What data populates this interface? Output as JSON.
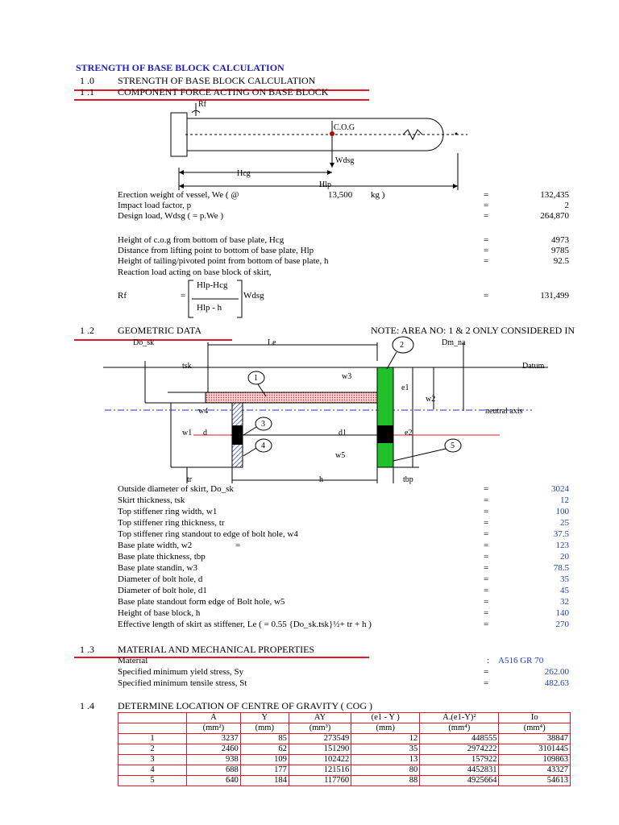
{
  "doc_title": "STRENGTH OF BASE BLOCK CALCULATION",
  "sec10": {
    "num": "1 .0",
    "text": "STRENGTH OF BASE BLOCK CALCULATION"
  },
  "sec11": {
    "num": "1 .1",
    "text": "COMPONENT FORCE ACTING ON BASE BLOCK"
  },
  "fig1": {
    "rf": "Rf",
    "cog": "C.O.G",
    "wdsg": "Wdsg",
    "hcg": "Hcg",
    "hlp": "Hlp"
  },
  "loads": [
    {
      "label": "Erection weight of vessel, We ( @",
      "mid": "13,500",
      "unit": "kg )",
      "eq": "=",
      "value": "132,435"
    },
    {
      "label": "Impact load factor, p",
      "eq": "=",
      "value": "2"
    },
    {
      "label": "Design load, Wdsg ( = p.We )",
      "eq": "=",
      "value": "264,870"
    }
  ],
  "heights": [
    {
      "label": "Height of c.o.g from bottom of base plate, Hcg",
      "eq": "=",
      "value": "4973"
    },
    {
      "label": "Distance from lifting point to bottom of base plate, Hlp",
      "eq": "=",
      "value": "9785"
    },
    {
      "label": "Height of tailing/pivoted point from bottom of base plate, h",
      "eq": "=",
      "value": "92.5"
    },
    {
      "label": "Reaction load acting on base block of skirt,"
    }
  ],
  "rf_formula": {
    "lhs": "Rf",
    "eq1": "=",
    "num": "Hlp-Hcg",
    "den": "Hlp - h",
    "mult": "Wdsg",
    "eq": "=",
    "value": "131,499"
  },
  "sec12": {
    "num": "1 .2",
    "text": "GEOMETRIC DATA",
    "note": "NOTE: AREA NO: 1 & 2 ONLY CONSIDERED IN"
  },
  "fig2": {
    "do_sk": "Do_sk",
    "le": "Le",
    "dm_na": "Dm_na",
    "datum": "Datum",
    "tsk": "tsk",
    "w3": "w3",
    "e1": "e1",
    "w2": "w2",
    "neutral": "neutral axis",
    "w4": "w4",
    "w1": "w1",
    "d": "d",
    "d1": "d1",
    "e2": "e2",
    "w5": "w5",
    "tr": "tr",
    "h": "h",
    "tbp": "tbp",
    "n1": "1",
    "n2": "2",
    "n3": "3",
    "n4": "4",
    "n5": "5"
  },
  "geom": [
    {
      "label": "Outside diameter of skirt, Do_sk",
      "eq": "=",
      "value": "3024"
    },
    {
      "label": "Skirt thickness, tsk",
      "eq": "=",
      "value": "12"
    },
    {
      "label": "Top stiffener ring width, w1",
      "eq": "=",
      "value": "100"
    },
    {
      "label": "Top stiffener ring thickness, tr",
      "eq": "=",
      "value": "25"
    },
    {
      "label": "Top stiffener ring standout to edge of bolt hole, w4",
      "eq": "=",
      "value": "37.5"
    },
    {
      "label": "Base plate width, w2",
      "mid": "=",
      "eq": "=",
      "value": "123"
    },
    {
      "label": "Base plate thickness, tbp",
      "eq": "=",
      "value": "20"
    },
    {
      "label": "Base plate standin, w3",
      "eq": "=",
      "value": "78.5"
    },
    {
      "label": "Diameter of bolt hole, d",
      "eq": "=",
      "value": "35"
    },
    {
      "label": "Diameter of bolt hole, d1",
      "eq": "=",
      "value": "45"
    },
    {
      "label": "Base plate standout form edge of Bolt hole, w5",
      "eq": "=",
      "value": "32"
    },
    {
      "label": "Height of base block, h",
      "eq": "=",
      "value": "140"
    },
    {
      "label": "Effective length of skirt as stiffener, Le ( = 0.55 {Do_sk.tsk}½+ tr + h )",
      "eq": "=",
      "value": "270"
    }
  ],
  "sec13": {
    "num": "1 .3",
    "text": "MATERIAL AND MECHANICAL PROPERTIES"
  },
  "material": [
    {
      "label": "Material",
      "eq": ":",
      "value": "A516 GR 70"
    },
    {
      "label": "Specified minimum yield stress, Sy",
      "eq": "=",
      "value": "262.00"
    },
    {
      "label": "Specified minimum tensile stress, St",
      "eq": "=",
      "value": "482.63"
    }
  ],
  "sec14": {
    "num": "1 .4",
    "text": "DETERMINE LOCATION OF CENTRE OF GRAVITY ( COG )"
  },
  "cog_table": {
    "headers": [
      "",
      "A",
      "Y",
      "AY",
      "(e1 - Y )",
      "A.(e1-Y)²",
      "Io"
    ],
    "units": [
      "",
      "(mm²)",
      "(mm)",
      "(mm³)",
      "(mm)",
      "(mm⁴)",
      "(mm⁴)"
    ],
    "rows": [
      [
        "1",
        "3237",
        "85",
        "273549",
        "12",
        "448555",
        "38847"
      ],
      [
        "2",
        "2460",
        "62",
        "151290",
        "35",
        "2974222",
        "3101445"
      ],
      [
        "3",
        "938",
        "109",
        "102422",
        "13",
        "157922",
        "109863"
      ],
      [
        "4",
        "688",
        "177",
        "121516",
        "80",
        "4452831",
        "43327"
      ],
      [
        "5",
        "640",
        "184",
        "117760",
        "88",
        "4925664",
        "54613"
      ]
    ]
  }
}
